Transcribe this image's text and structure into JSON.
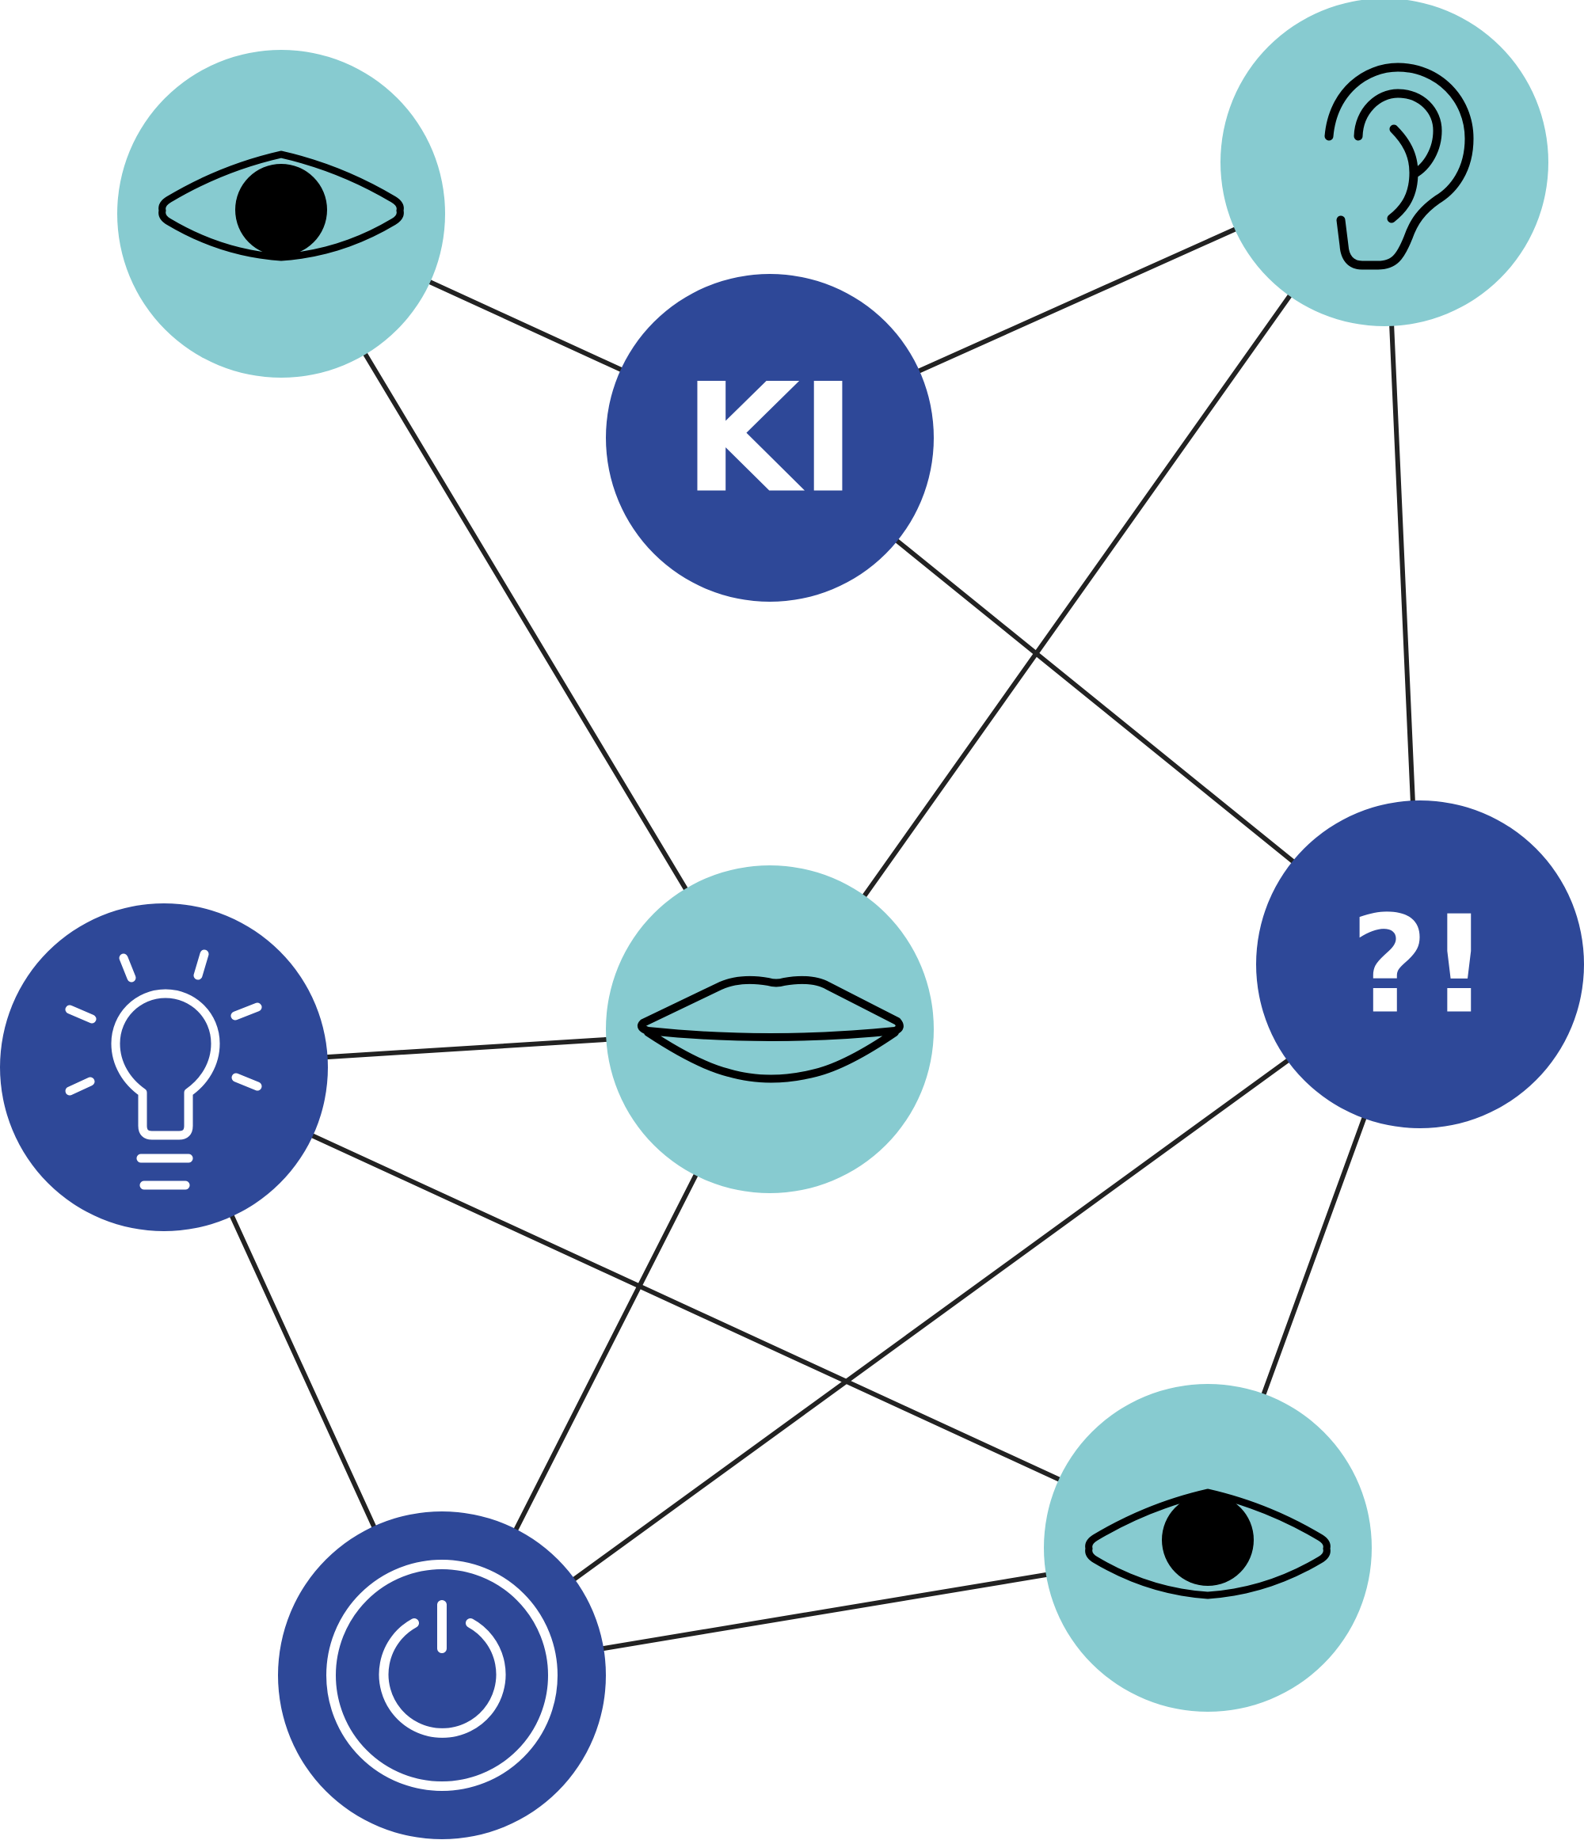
{
  "colors": {
    "light_node": "#87CBD0",
    "dark_node": "#2E4898",
    "edge": "#222222",
    "icon_dark": "#000000",
    "icon_light": "#ffffff"
  },
  "nodes": {
    "eye_top": {
      "icon": "eye-icon",
      "shade": "light"
    },
    "ki": {
      "icon": "text-label",
      "shade": "dark",
      "label": "KI"
    },
    "ear": {
      "icon": "ear-icon",
      "shade": "light"
    },
    "mouth": {
      "icon": "mouth-icon",
      "shade": "light"
    },
    "question": {
      "icon": "text-label",
      "shade": "dark",
      "label": "?!"
    },
    "bulb": {
      "icon": "lightbulb-icon",
      "shade": "dark"
    },
    "eye_bottom": {
      "icon": "eye-icon",
      "shade": "light"
    },
    "power": {
      "icon": "power-icon",
      "shade": "dark"
    }
  },
  "edges": [
    [
      "eye_top",
      "ki"
    ],
    [
      "eye_top",
      "mouth"
    ],
    [
      "ki",
      "ear"
    ],
    [
      "ki",
      "question"
    ],
    [
      "ear",
      "mouth"
    ],
    [
      "ear",
      "question"
    ],
    [
      "bulb",
      "mouth"
    ],
    [
      "bulb",
      "eye_bottom"
    ],
    [
      "bulb",
      "power"
    ],
    [
      "mouth",
      "power"
    ],
    [
      "question",
      "power"
    ],
    [
      "question",
      "eye_bottom"
    ],
    [
      "power",
      "eye_bottom"
    ]
  ]
}
